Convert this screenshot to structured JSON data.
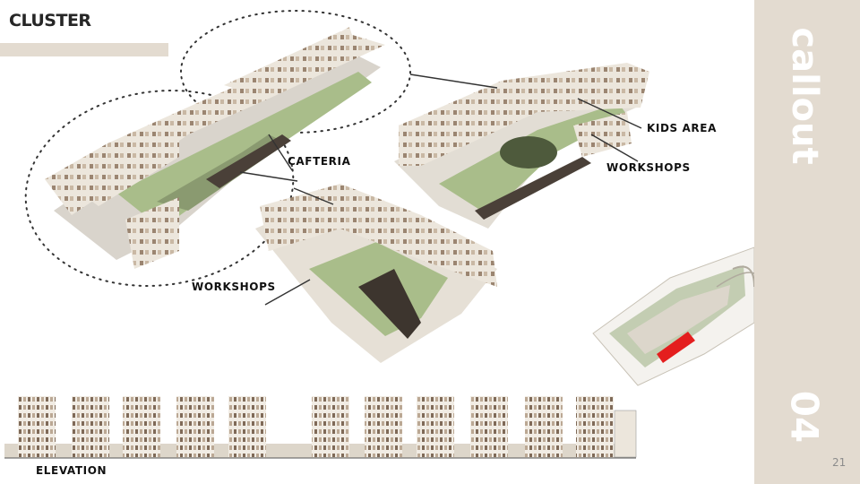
{
  "slide": {
    "title": "CLUSTER",
    "side_title": "callout",
    "section_number": "04",
    "page_number": "21"
  },
  "labels": {
    "kids_area": "KIDS AREA",
    "workshops_right": "WORKSHOPS",
    "cafeteria": "CAFTERIA",
    "workshops_left": "WORKSHOPS",
    "elevation": "ELEVATION"
  },
  "colors": {
    "accent_panel": "#e3dbd0",
    "highlight_red": "#e41e1e",
    "landscape_green": "#a9bd8a",
    "building": "#ece6dc",
    "building_shade": "#b79f86"
  }
}
